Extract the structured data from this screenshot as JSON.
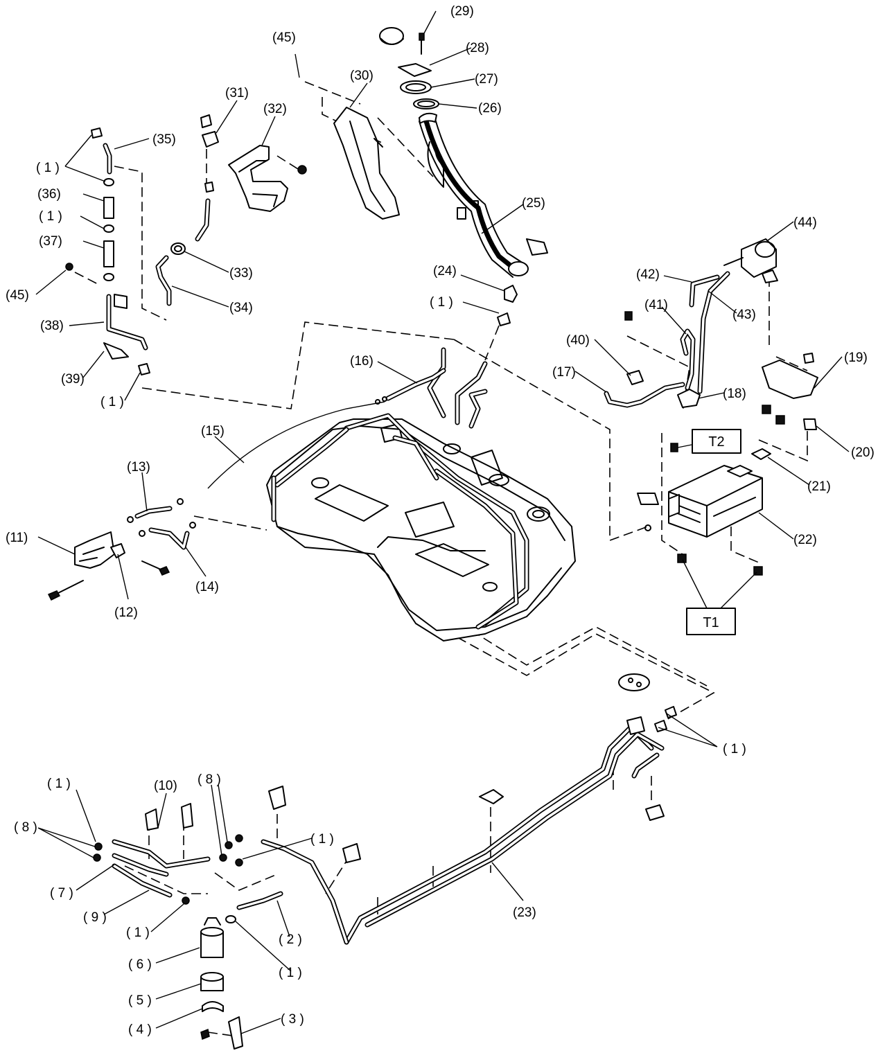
{
  "callouts": {
    "p1": "( 1 )",
    "p2": "( 2 )",
    "p3": "( 3 )",
    "p4": "( 4 )",
    "p5": "( 5 )",
    "p6": "( 6 )",
    "p7": "( 7 )",
    "p8": "( 8 )",
    "p9": "( 9 )",
    "p10": "(10)",
    "p11": "(11)",
    "p12": "(12)",
    "p13": "(13)",
    "p14": "(14)",
    "p15": "(15)",
    "p16": "(16)",
    "p17": "(17)",
    "p18": "(18)",
    "p19": "(19)",
    "p20": "(20)",
    "p21": "(21)",
    "p22": "(22)",
    "p23": "(23)",
    "p24": "(24)",
    "p25": "(25)",
    "p26": "(26)",
    "p27": "(27)",
    "p28": "(28)",
    "p29": "(29)",
    "p30": "(30)",
    "p31": "(31)",
    "p32": "(32)",
    "p33": "(33)",
    "p34": "(34)",
    "p35": "(35)",
    "p36": "(36)",
    "p37": "(37)",
    "p38": "(38)",
    "p39": "(39)",
    "p40": "(40)",
    "p41": "(41)",
    "p42": "(42)",
    "p43": "(43)",
    "p44": "(44)",
    "p45": "(45)"
  },
  "torque_tags": {
    "t1": "T1",
    "t2": "T2"
  }
}
